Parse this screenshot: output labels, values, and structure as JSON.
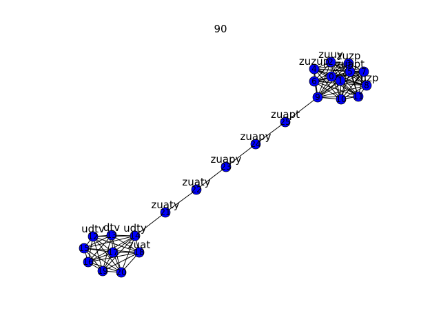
{
  "title": "90",
  "colors": {
    "node": "#0000ff",
    "edge": "#000000"
  },
  "graph": {
    "nodes": [
      {
        "id": "0",
        "label": ""
      },
      {
        "id": "1",
        "label": ""
      },
      {
        "id": "2",
        "label": "zuuy"
      },
      {
        "id": "3",
        "label": "zuzp"
      },
      {
        "id": "4",
        "label": "zuzup"
      },
      {
        "id": "5",
        "label": "zuapt"
      },
      {
        "id": "6",
        "label": ""
      },
      {
        "id": "7",
        "label": ""
      },
      {
        "id": "8",
        "label": "zuzp"
      },
      {
        "id": "9",
        "label": ""
      },
      {
        "id": "10",
        "label": ""
      },
      {
        "id": "11",
        "label": ""
      },
      {
        "id": "12",
        "label": "udtv"
      },
      {
        "id": "13",
        "label": "dtv"
      },
      {
        "id": "14",
        "label": "udty"
      },
      {
        "id": "15",
        "label": ""
      },
      {
        "id": "16",
        "label": ""
      },
      {
        "id": "17",
        "label": ""
      },
      {
        "id": "18",
        "label": "zuat"
      },
      {
        "id": "19",
        "label": ""
      },
      {
        "id": "20",
        "label": ""
      },
      {
        "id": "21",
        "label": "zuaty"
      },
      {
        "id": "22",
        "label": "zuaty"
      },
      {
        "id": "23",
        "label": "zuapy"
      },
      {
        "id": "24",
        "label": "zuapy"
      },
      {
        "id": "25",
        "label": "zuapt"
      }
    ],
    "bridge": [
      "9",
      "25",
      "24",
      "23",
      "22",
      "21",
      "14"
    ],
    "clusters": [
      [
        "0",
        "1",
        "2",
        "3",
        "4",
        "5",
        "6",
        "7",
        "8",
        "9",
        "10",
        "11"
      ],
      [
        "12",
        "13",
        "14",
        "15",
        "16",
        "17",
        "18",
        "19",
        "20"
      ]
    ]
  }
}
